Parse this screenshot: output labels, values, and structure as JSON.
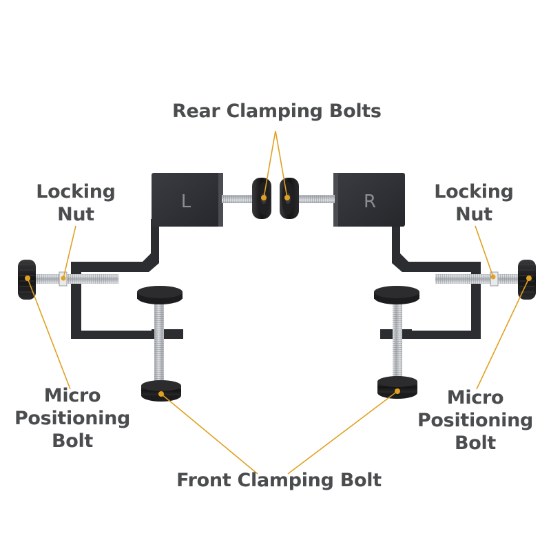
{
  "colors": {
    "leader_line": "#e0a020",
    "label_text": "#4a4c4e",
    "bracket": "#2b2d31",
    "knob": "#1c1c1e",
    "thread": "#b9bcc0",
    "background": "#ffffff"
  },
  "brackets": {
    "left_letter": "L",
    "right_letter": "R"
  },
  "labels": {
    "rear_clamping_bolts": "Rear Clamping Bolts",
    "locking_nut_left": [
      "Locking",
      "Nut"
    ],
    "locking_nut_right": [
      "Locking",
      "Nut"
    ],
    "micro_positioning_left": [
      "Micro",
      "Positioning",
      "Bolt"
    ],
    "micro_positioning_right": [
      "Micro",
      "Positioning",
      "Bolt"
    ],
    "front_clamping_bolt": "Front Clamping Bolt"
  }
}
